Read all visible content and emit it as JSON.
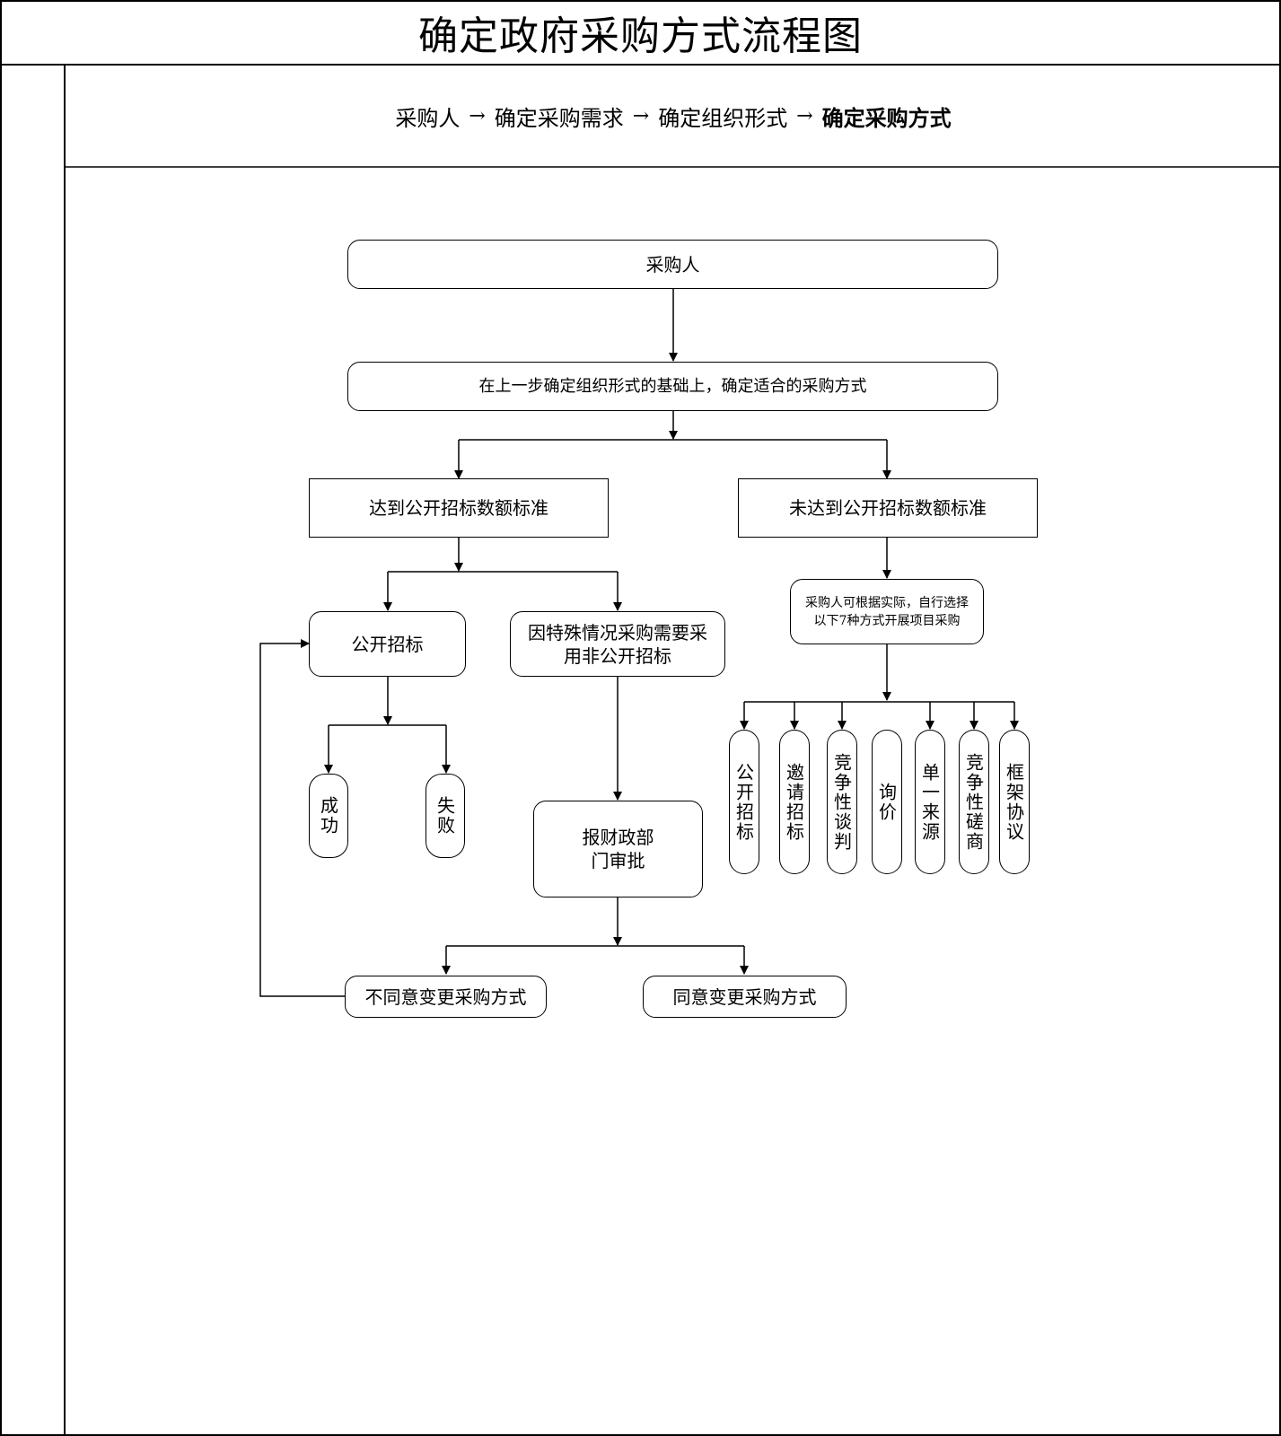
{
  "title": "确定政府采购方式流程图",
  "breadcrumb": {
    "steps": [
      "采购人",
      "确定采购需求",
      "确定组织形式",
      "确定采购方式"
    ],
    "arrow": "→"
  },
  "nodes": {
    "purchaser": "采购人",
    "determine_method": "在上一步确定组织形式的基础上，确定适合的采购方式",
    "reaches_threshold": "达到公开招标数额标准",
    "below_threshold": "未达到公开招标数额标准",
    "open_tender": "公开招标",
    "special_case": "因特殊情况采购需要采用非公开招标",
    "success": "成功",
    "fail": "失败",
    "finance_approval": "报财政部门审批",
    "disagree_change": "不同意变更采购方式",
    "agree_change": "同意变更采购方式",
    "choose_seven": "采购人可根据实际，自行选择以下7种方式开展项目采购"
  },
  "methods": [
    "公开招标",
    "邀请招标",
    "竞争性谈判",
    "询价",
    "单一来源",
    "竞争性磋商",
    "框架协议"
  ]
}
